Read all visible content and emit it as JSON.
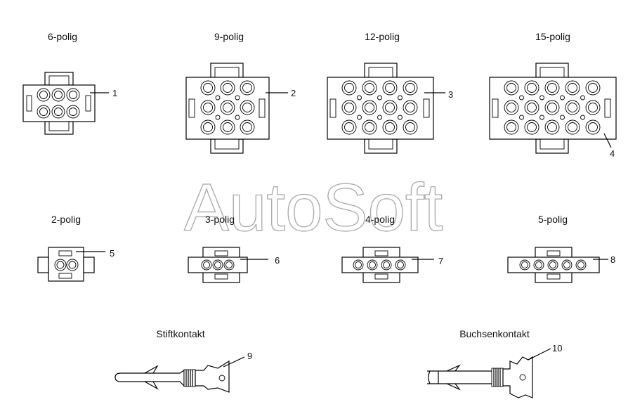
{
  "watermark": "AutoSoft",
  "labels": {
    "c6": "6-polig",
    "c9": "9-polig",
    "c12": "12-polig",
    "c15": "15-polig",
    "c2": "2-polig",
    "c3": "3-polig",
    "c4": "4-polig",
    "c5": "5-polig",
    "pin": "Stiftkontakt",
    "socket": "Buchsenkontakt"
  },
  "callouts": {
    "n1": "1",
    "n2": "2",
    "n3": "3",
    "n4": "4",
    "n5": "5",
    "n6": "6",
    "n7": "7",
    "n8": "8",
    "n9": "9",
    "n10": "10"
  }
}
